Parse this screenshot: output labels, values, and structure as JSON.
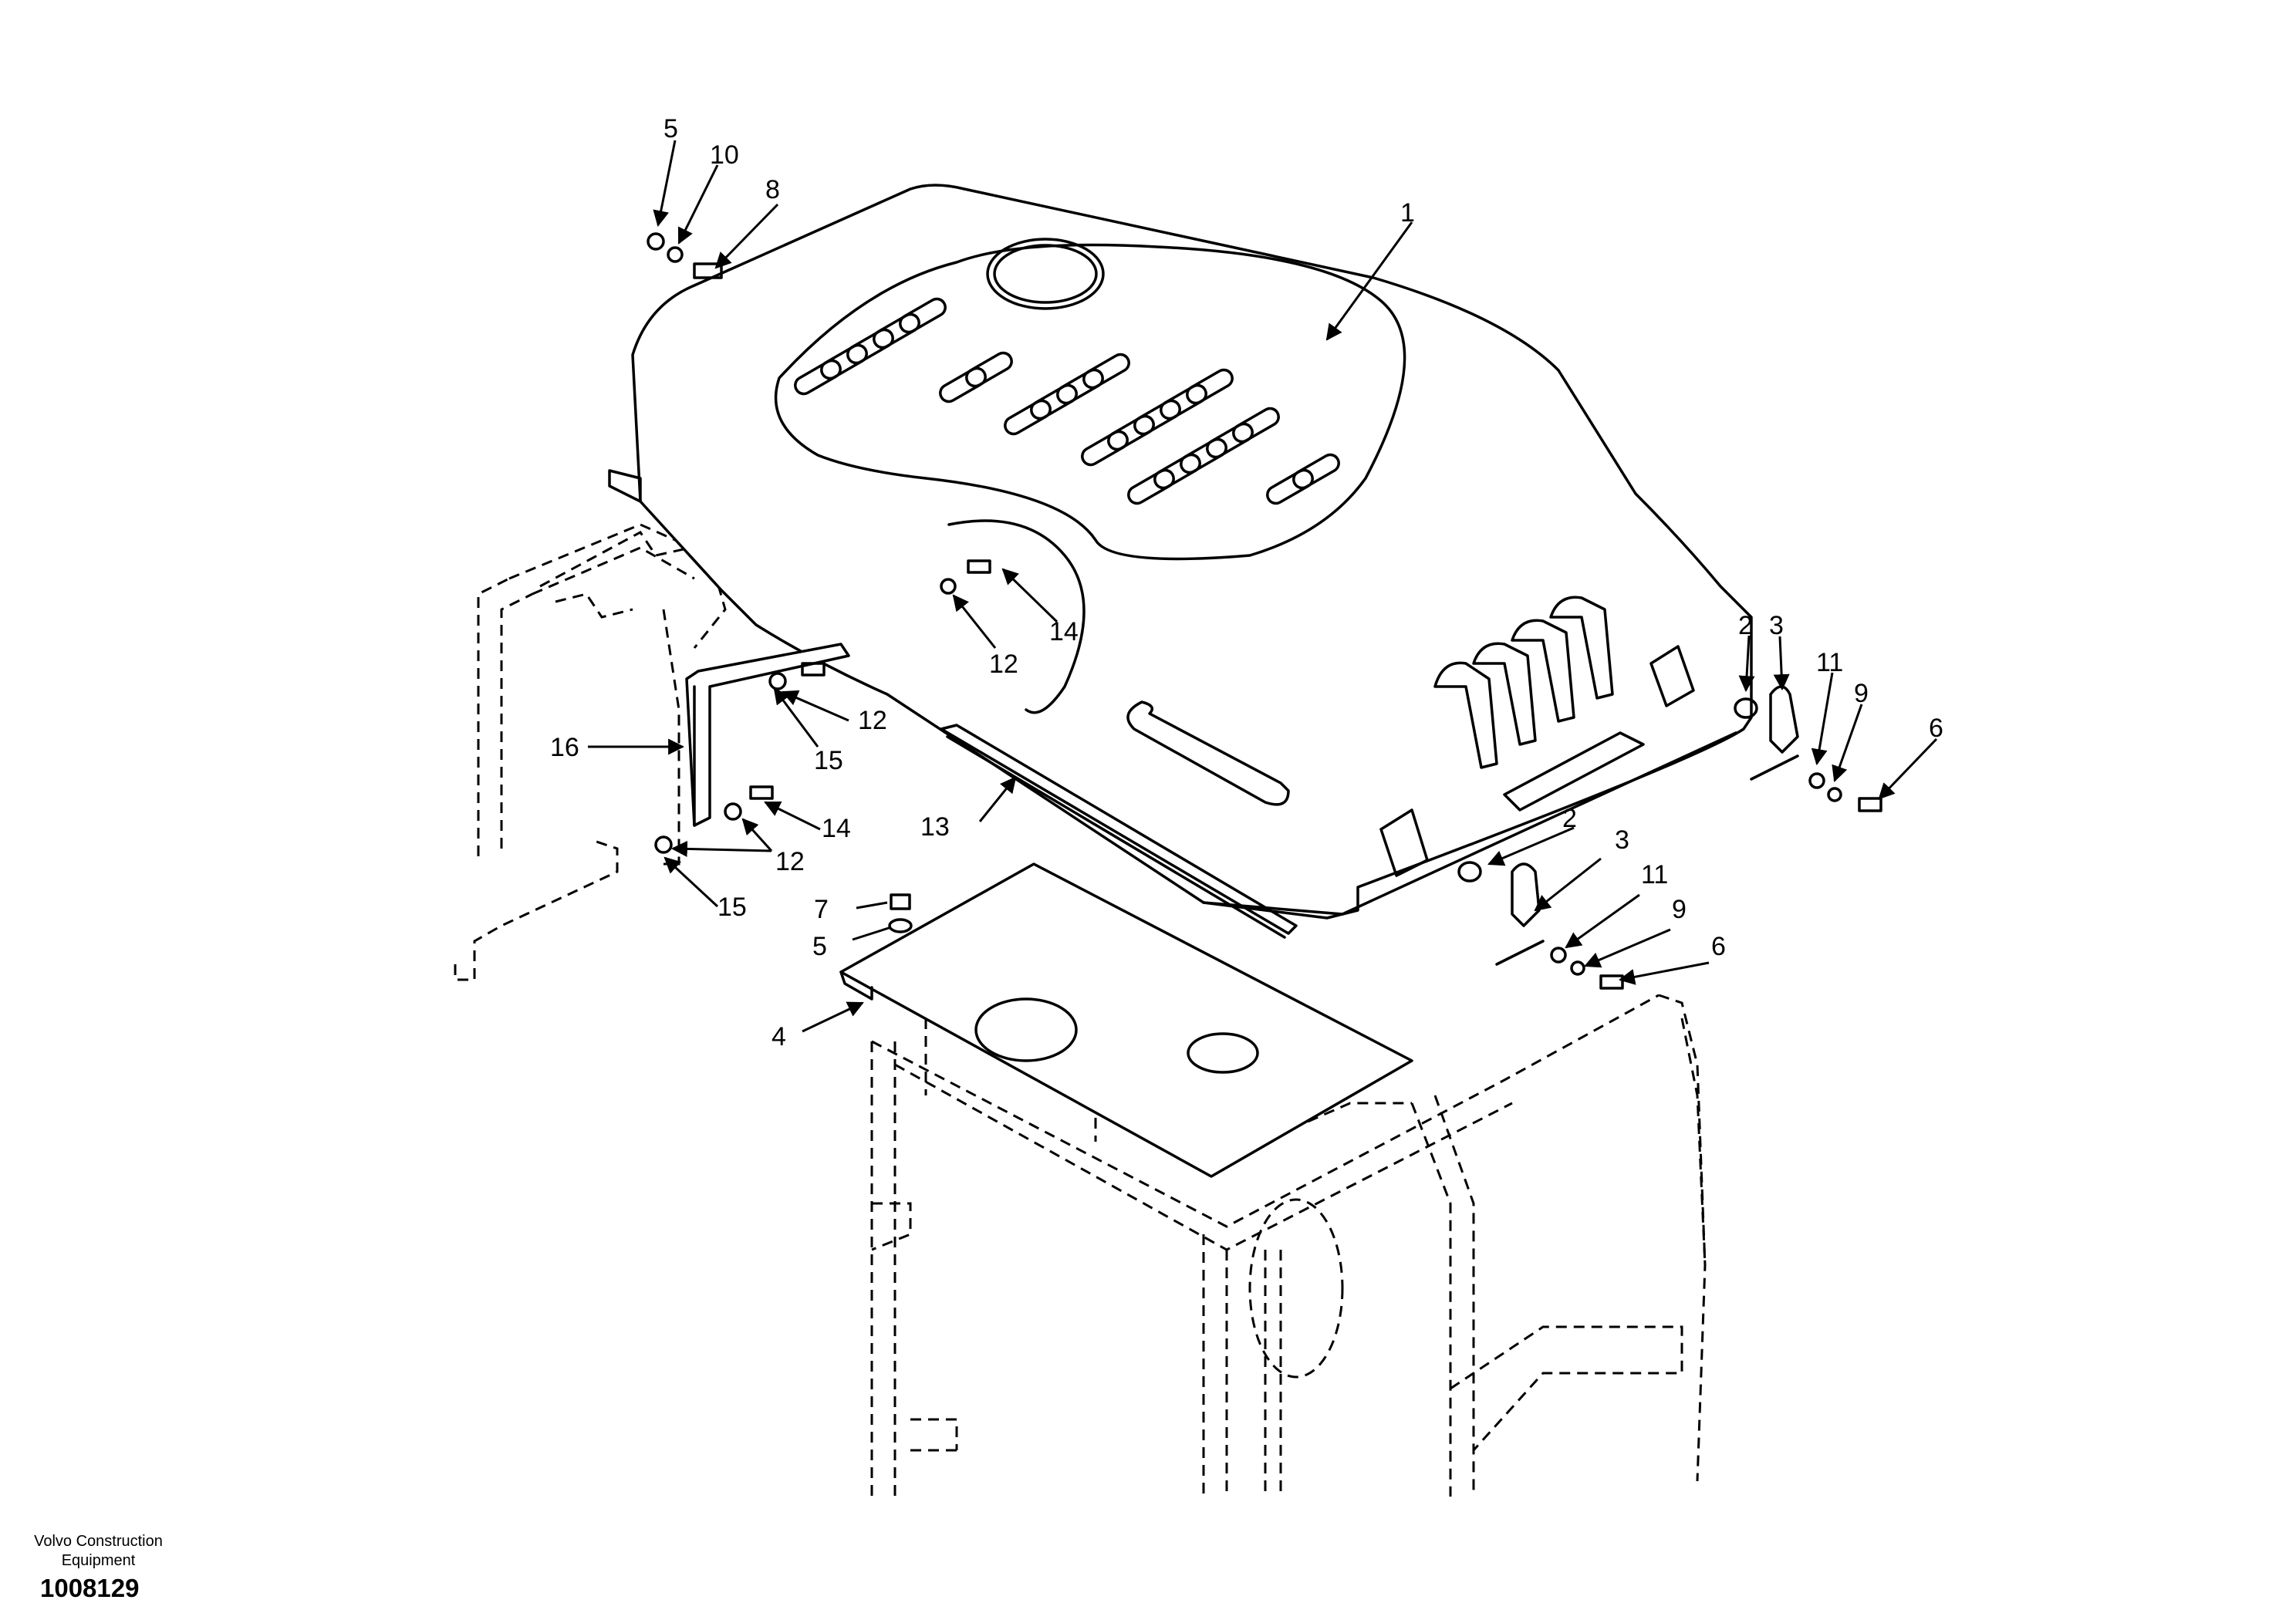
{
  "callouts": [
    "5",
    "10",
    "8",
    "1",
    "14",
    "12",
    "2",
    "3",
    "11",
    "9",
    "6",
    "16",
    "12",
    "15",
    "14",
    "12",
    "15",
    "13",
    "2",
    "3",
    "11",
    "9",
    "6",
    "7",
    "5",
    "4"
  ],
  "footer": {
    "brand_line1": "Volvo Construction",
    "brand_line2": "Equipment",
    "drawing_number": "1008129"
  }
}
